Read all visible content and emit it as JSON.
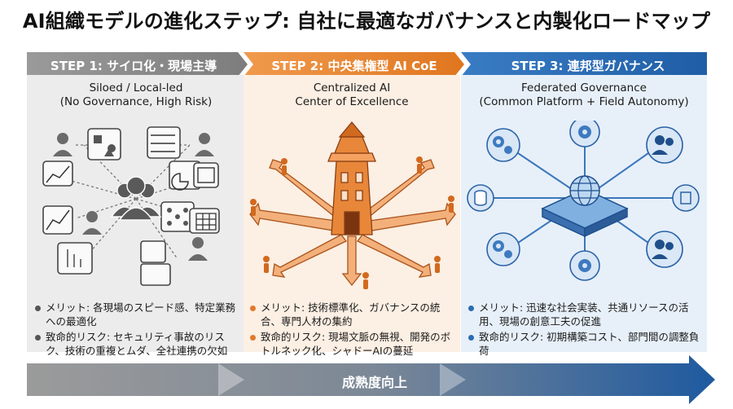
{
  "title": "AI組織モデルの進化ステップ: 自社に最適なガバナンスと内製化ロードマップ",
  "steps": [
    {
      "header": "STEP 1: サイロ化・現場主導",
      "name": "Siloed / Local-led",
      "subtitle": "(No Governance, High Risk)",
      "merit": "メリット: 各現場のスピード感、特定業務への最適化",
      "risk": "致命的リスク: セキュリティ事故のリスク、技術の重複とムダ、全社連携の欠如",
      "color": "#8c8c8c"
    },
    {
      "header": "STEP 2: 中央集権型 AI CoE",
      "name": "Centralized AI",
      "subtitle": "Center of Excellence",
      "merit": "メリット: 技術標準化、ガバナンスの統合、専門人材の集約",
      "risk": "致命的リスク: 現場文脈の無視、開発のボトルネック化、シャドーAIの蔓延",
      "color": "#e8832f"
    },
    {
      "header": "STEP 3: 連邦型ガバナンス",
      "name": "Federated Governance",
      "subtitle": "(Common Platform + Field Autonomy)",
      "merit": "メリット: 迅速な社会実装、共通リソースの活用、現場の創意工夫の促進",
      "risk": "致命的リスク: 初期構築コスト、部門間の調整負荷",
      "color": "#2c6db5"
    }
  ],
  "maturity_label": "成熟度向上"
}
